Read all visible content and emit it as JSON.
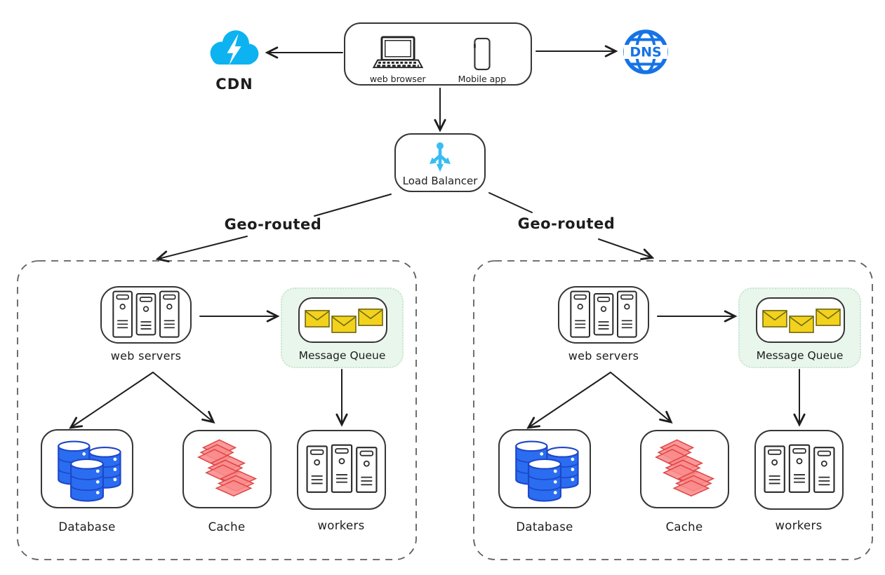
{
  "clients": {
    "web_browser_label": "web browser",
    "mobile_app_label": "Mobile app"
  },
  "cdn": {
    "label": "CDN"
  },
  "dns": {
    "label": "DNS"
  },
  "load_balancer": {
    "label": "Load Balancer"
  },
  "geo_routed": [
    "Geo-routed",
    "Geo-routed"
  ],
  "regions": [
    {
      "web_servers_label": "web servers",
      "message_queue_label": "Message Queue",
      "database_label": "Database",
      "cache_label": "Cache",
      "workers_label": "workers"
    },
    {
      "web_servers_label": "web servers",
      "message_queue_label": "Message Queue",
      "database_label": "Database",
      "cache_label": "Cache",
      "workers_label": "workers"
    }
  ],
  "icons": {
    "cdn": "cloud-lightning-icon",
    "dns": "globe-dns-icon",
    "clients": [
      "laptop-icon",
      "mobile-phone-icon"
    ],
    "load_balancer": "load-balancer-split-arrows-icon",
    "web_servers": "server-rack-icon",
    "message_queue": "envelope-icon",
    "database": "database-cylinders-icon",
    "cache": "layered-sheets-icon",
    "workers": "server-rack-icon"
  },
  "colors": {
    "cdn_cyan": "#0db3f0",
    "dns_blue": "#1673e6",
    "lb_cyan": "#38bdf2",
    "database_blue": "#2a6df0",
    "database_outline": "#1e46c9",
    "cache_red": "#f98b8b",
    "cache_outline": "#e04545",
    "envelope_yellow": "#f2d21d",
    "mq_green_bg": "#e9f6eb",
    "line_dark": "#1e1e1e"
  }
}
